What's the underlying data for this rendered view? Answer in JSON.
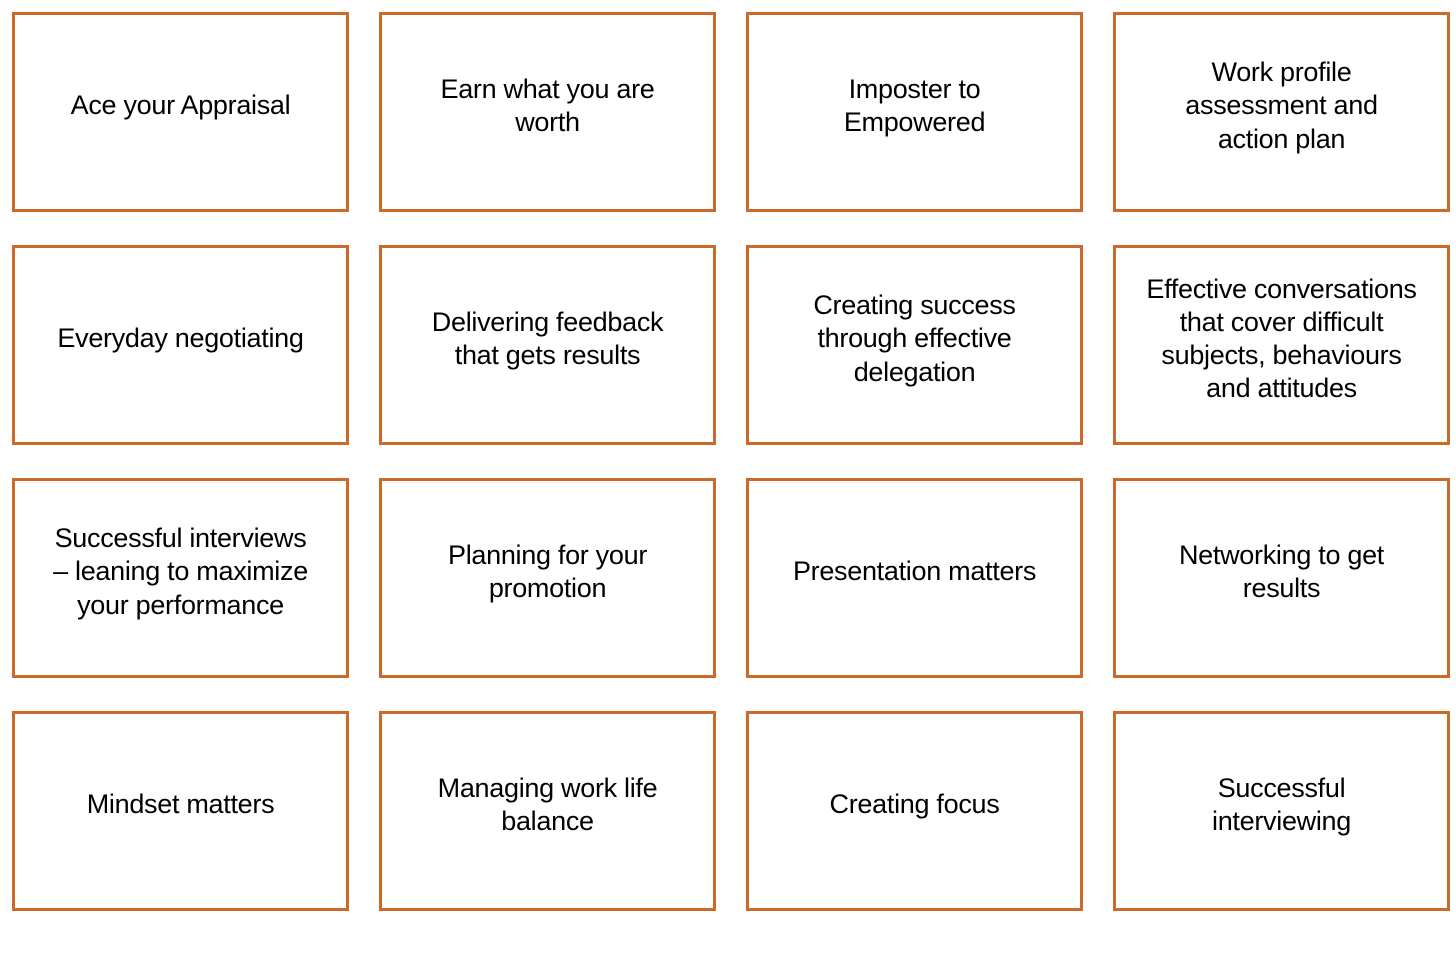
{
  "board": {
    "title": "Career development topic cards",
    "layout": {
      "columns": 4,
      "rows": 4,
      "total_cards": 16
    },
    "colors": {
      "card_border": "#ce6a29",
      "card_background": "#ffffff",
      "text": "#000000",
      "page_background": "#ffffff"
    },
    "cards": [
      {
        "id": "ace-your-appraisal",
        "label": "Ace your Appraisal",
        "row": 1,
        "column": 1,
        "lines": 1
      },
      {
        "id": "earn-what-you-are-worth",
        "label": "Earn what you are\nworth",
        "row": 1,
        "column": 2,
        "lines": 2
      },
      {
        "id": "imposter-to-empowered",
        "label": "Imposter to\nEmpowered",
        "row": 1,
        "column": 3,
        "lines": 2
      },
      {
        "id": "work-profile-assessment",
        "label": "Work profile\nassessment and\naction plan",
        "row": 1,
        "column": 4,
        "lines": 3
      },
      {
        "id": "everyday-negotiating",
        "label": "Everyday negotiating",
        "row": 2,
        "column": 1,
        "lines": 1
      },
      {
        "id": "delivering-feedback",
        "label": "Delivering feedback\nthat gets results",
        "row": 2,
        "column": 2,
        "lines": 2
      },
      {
        "id": "creating-success-delegation",
        "label": "Creating success\nthrough effective\ndelegation",
        "row": 2,
        "column": 3,
        "lines": 3
      },
      {
        "id": "effective-conversations",
        "label": "Effective conversations\nthat cover difficult\nsubjects, behaviours\nand attitudes",
        "row": 2,
        "column": 4,
        "lines": 4
      },
      {
        "id": "successful-interviews",
        "label": "Successful interviews\n– leaning to maximize\nyour performance",
        "row": 3,
        "column": 1,
        "lines": 3
      },
      {
        "id": "planning-for-promotion",
        "label": "Planning for your\npromotion",
        "row": 3,
        "column": 2,
        "lines": 2
      },
      {
        "id": "presentation-matters",
        "label": "Presentation matters",
        "row": 3,
        "column": 3,
        "lines": 1
      },
      {
        "id": "networking-to-get-results",
        "label": "Networking to get\nresults",
        "row": 3,
        "column": 4,
        "lines": 2
      },
      {
        "id": "mindset-matters",
        "label": "Mindset matters",
        "row": 4,
        "column": 1,
        "lines": 1
      },
      {
        "id": "managing-work-life-balance",
        "label": "Managing work life\nbalance",
        "row": 4,
        "column": 2,
        "lines": 2
      },
      {
        "id": "creating-focus",
        "label": "Creating focus",
        "row": 4,
        "column": 3,
        "lines": 1
      },
      {
        "id": "successful-interviewing",
        "label": "Successful\ninterviewing",
        "row": 4,
        "column": 4,
        "lines": 2
      }
    ]
  }
}
